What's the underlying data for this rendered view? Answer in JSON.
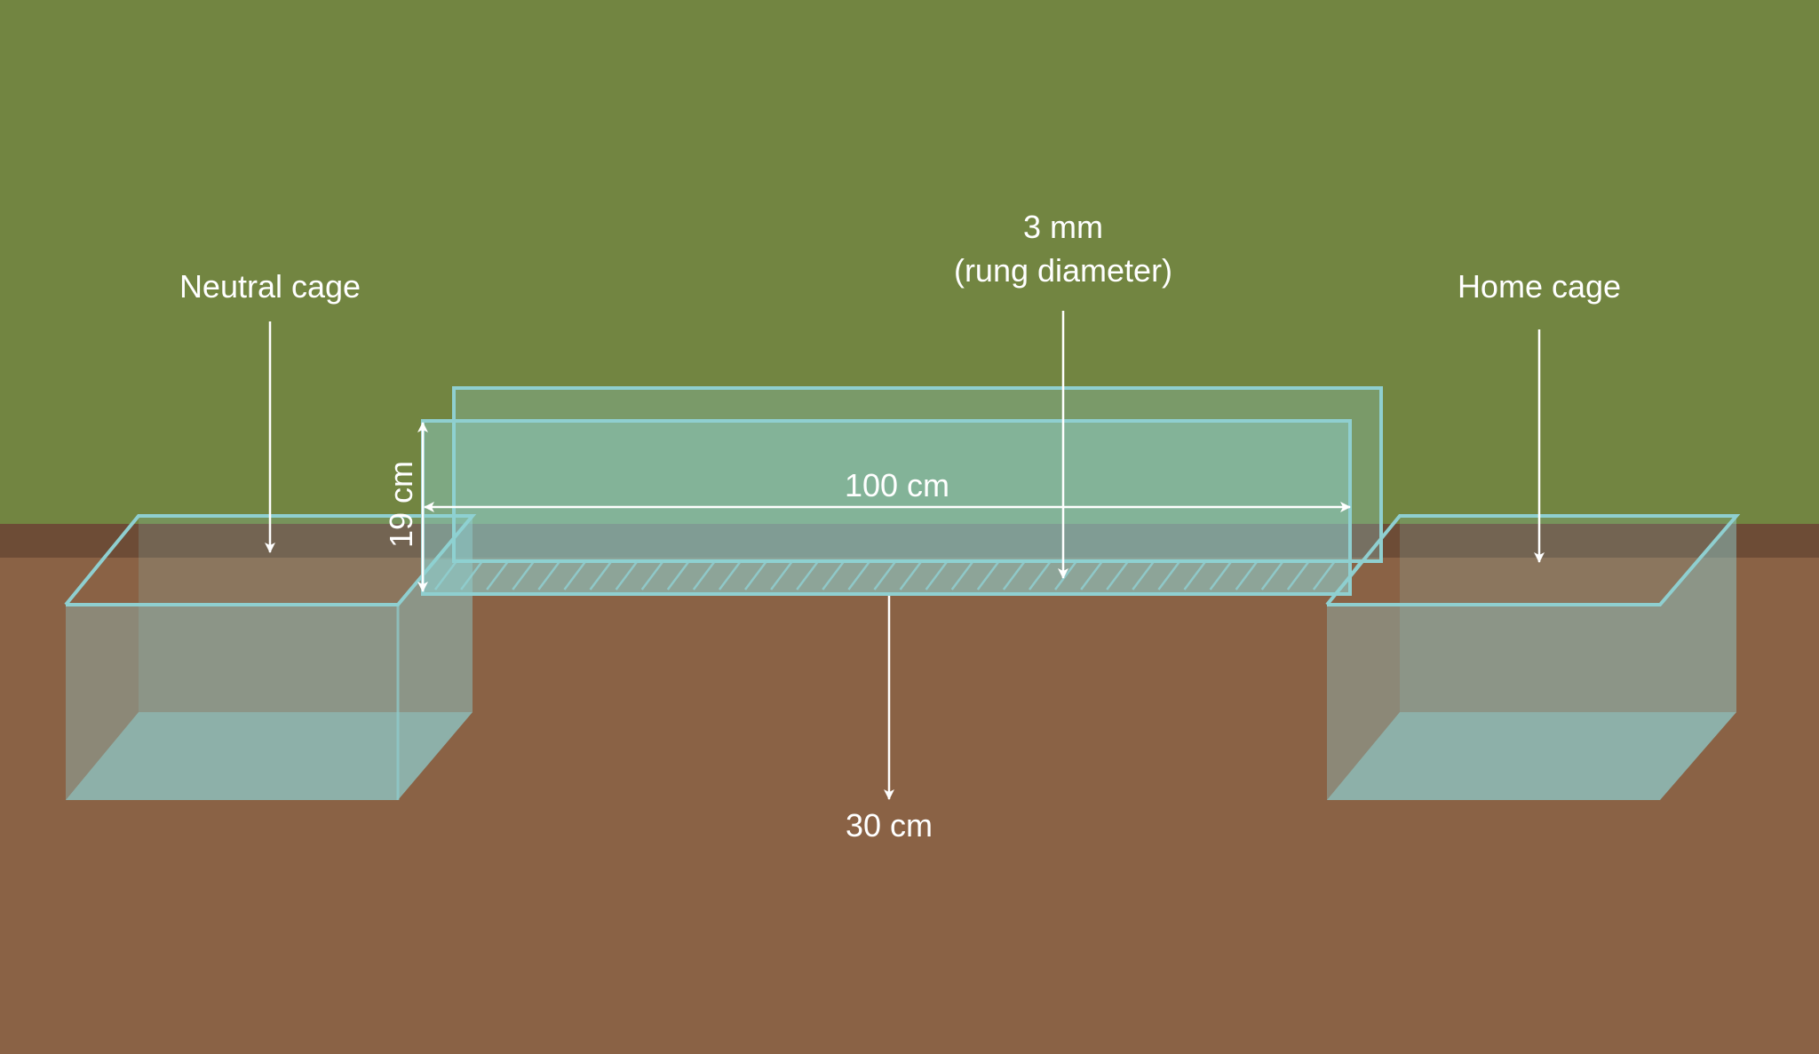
{
  "labels": {
    "neutral_cage": "Neutral cage",
    "home_cage": "Home cage",
    "rung_size": "3 mm",
    "rung_desc": "(rung diameter)",
    "length": "100 cm",
    "height": "19 cm",
    "elevation": "30 cm"
  },
  "colors": {
    "wall": "#728541",
    "floor": "#8a6245",
    "floor_edge": "#6d4c36",
    "glass_stroke": "#8fcfd0",
    "glass_fill": "#8fd2d3",
    "arrow": "#ffffff",
    "text": "#ffffff"
  },
  "rungs": {
    "count": 36
  }
}
